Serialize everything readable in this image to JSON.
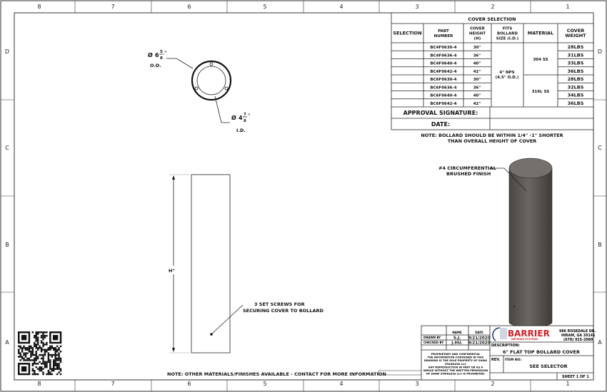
{
  "zones": {
    "columns": [
      "8",
      "7",
      "6",
      "5",
      "4",
      "3",
      "2",
      "1"
    ],
    "rows": [
      "D",
      "C",
      "B",
      "A"
    ]
  },
  "top_view": {
    "od_symbol": "Ø",
    "od_whole": "6",
    "od_num": "5",
    "od_den": "8",
    "od_unit": "\"",
    "od_label": "O.D.",
    "id_symbol": "Ø",
    "id_whole": "4",
    "id_num": "7",
    "id_den": "8",
    "id_unit": "\"",
    "id_label": "I.D."
  },
  "side_view": {
    "height_label": "H\"",
    "callout_line1": "3 SET SCREWS FOR",
    "callout_line2": "SECURING COVER TO BOLLARD"
  },
  "iso_view": {
    "callout_line1": "#4 CIRCUMFERENTIAL",
    "callout_line2": "BRUSHED FINISH",
    "color": "#5b5752"
  },
  "table": {
    "title": "COVER SELECTION",
    "headers": [
      [
        "SELECTION"
      ],
      [
        "PART",
        "NUMBER"
      ],
      [
        "COVER",
        "HEIGHT",
        "(H)"
      ],
      [
        "FITS",
        "BOLLARD",
        "SIZE (I.D.)"
      ],
      [
        "MATERIAL"
      ],
      [
        "COVER",
        "WEIGHT"
      ]
    ],
    "rows": [
      {
        "part": "BC4F0630-4",
        "height": "30\"",
        "weight": "28LBS"
      },
      {
        "part": "BC4F0636-4",
        "height": "36\"",
        "weight": "31LBS"
      },
      {
        "part": "BC4F0640-4",
        "height": "40\"",
        "weight": "33LBS"
      },
      {
        "part": "BC4F0642-4",
        "height": "42\"",
        "weight": "36LBS"
      },
      {
        "part": "BC6F0630-4",
        "height": "30\"",
        "weight": "28LBS"
      },
      {
        "part": "BC6F0636-4",
        "height": "36\"",
        "weight": "32LBS"
      },
      {
        "part": "BC6F0640-4",
        "height": "40\"",
        "weight": "34LBS"
      },
      {
        "part": "BC6F0642-4",
        "height": "42\"",
        "weight": "36LBS"
      }
    ],
    "fits_line1": "4\" NPS",
    "fits_line2": "(4.5\" O.D.)",
    "material_1": "304 SS",
    "material_2": "316L SS",
    "approval_label": "APPROVAL SIGNATURE:",
    "date_label": "DATE:"
  },
  "note_bollard_line1": "NOTE: BOLLARD SHOULD BE WITHIN 1/4\" -1\" SHORTER",
  "note_bollard_line2": "THAN OVERALL HEIGHT OF COVER",
  "note_materials": "NOTE: OTHER MATERIALS/FINISHES AVAILABLE - CONTACT FOR MORE INFORMATION",
  "title_block": {
    "name_header": "NAME",
    "date_header": "DATE",
    "drawn_by_label": "DRAWN BY",
    "drawn_by": "S.J.",
    "drawn_date": "9/21/2020",
    "checked_by_label": "CHECKED BY",
    "checked_by": "J.HU.",
    "checked_date": "9/21/2020",
    "logo_main": "BARRIER",
    "logo_sub": "DEFENSE SYSTEMS",
    "address_line1": "986 ROSEDALE DR.",
    "address_line2": "HIRAM, GA 30141",
    "address_line3": "(678) 915-2080",
    "proprietary_lines": [
      "PROPRIETARY AND CONFIDENTIAL",
      "THE INFORMATION CONTAINED IN THIS",
      "DRAWING IS THE SOLE PROPERTY OF SHAW",
      "STAINLESS LLC",
      "ANY REPRODUCTION IN PART OR AS A",
      "WHOLE WITHOUT THE WRITTEN PERMISSION",
      "OF SHAW STAINLESS LLC IS PROHIBITED."
    ],
    "description_label": "DESCRIPTION:",
    "description": "6\" FLAT TOP BOLLARD COVER",
    "rev_label": "REV.",
    "item_no_label": "ITEM NO:",
    "item_no": "SEE SELECTOR",
    "sheet": "SHEET 1 OF 1",
    "logo_color": "#d02027"
  }
}
